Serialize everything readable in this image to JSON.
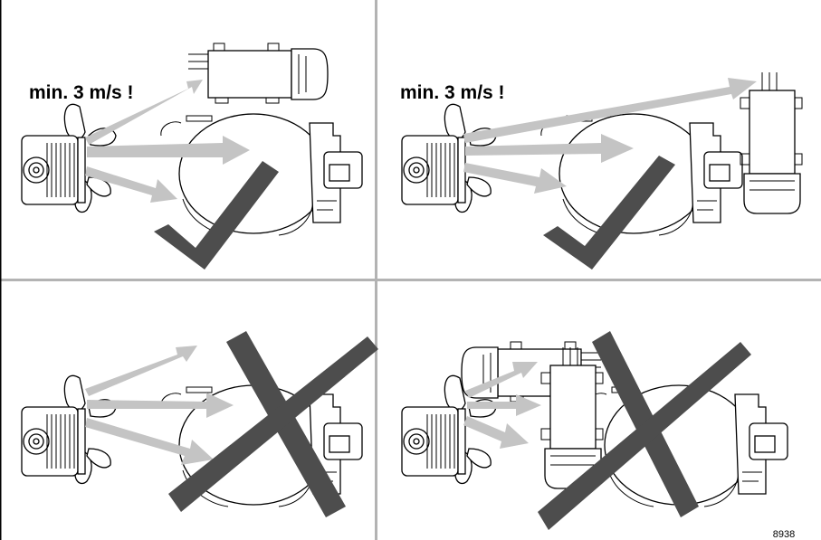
{
  "panels": [
    {
      "id": "top-left",
      "label": "min. 3 m/s !",
      "verdict": "correct"
    },
    {
      "id": "top-right",
      "label": "min. 3 m/s !",
      "verdict": "correct"
    },
    {
      "id": "bottom-left",
      "label": "",
      "verdict": "incorrect"
    },
    {
      "id": "bottom-right",
      "label": "",
      "verdict": "incorrect"
    }
  ],
  "figure_number": "8938",
  "colors": {
    "arrow": "#c4c4c4",
    "mark": "#4d4d4d",
    "divider": "#b3b3b3"
  }
}
